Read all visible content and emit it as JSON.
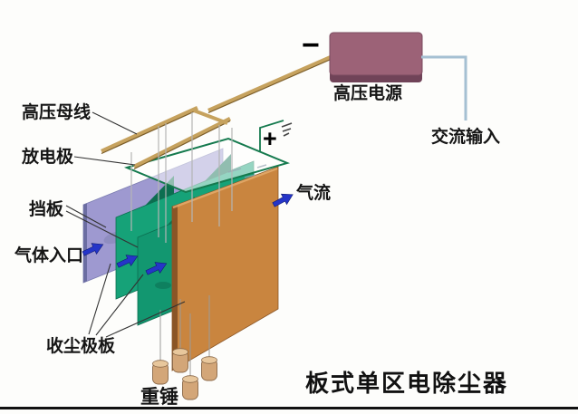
{
  "title": "板式单区电除尘器",
  "labels": {
    "hv_bus": "高压母线",
    "discharge_electrode": "放电极",
    "baffle": "挡板",
    "gas_inlet": "气体入口",
    "collecting_plate": "收尘极板",
    "weight": "重锤",
    "hv_power": "高压电源",
    "ac_input": "交流输入",
    "airflow": "气流",
    "minus": "−",
    "plus": "+"
  },
  "colors": {
    "plate_baffle": "#9e99d0",
    "plate_collecting_green": "#16a278",
    "plate_collecting_green_front": "#129770",
    "plate_collecting_orange": "#c9853f",
    "power_box": "#9c6277",
    "bus_bar": "#c6a25e",
    "frame_outline": "#157a4e",
    "arrow_blue": "#2535c8",
    "weight_tan": "#d3a678",
    "ac_wire": "#a5c0d2"
  }
}
